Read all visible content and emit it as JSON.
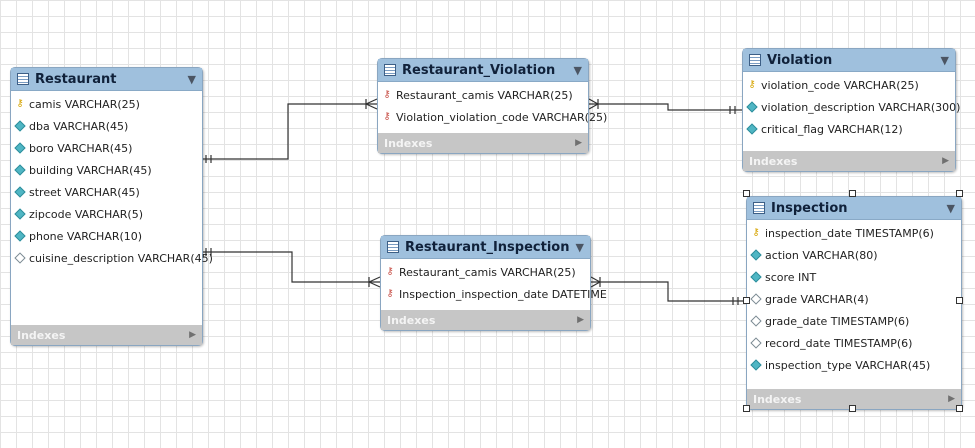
{
  "tables": {
    "restaurant": {
      "title": "Restaurant",
      "columns": [
        {
          "text": "camis VARCHAR(25)",
          "icon": "pk"
        },
        {
          "text": "dba VARCHAR(45)",
          "icon": "filled"
        },
        {
          "text": "boro VARCHAR(45)",
          "icon": "filled"
        },
        {
          "text": "building VARCHAR(45)",
          "icon": "filled"
        },
        {
          "text": "street VARCHAR(45)",
          "icon": "filled"
        },
        {
          "text": "zipcode VARCHAR(5)",
          "icon": "filled"
        },
        {
          "text": "phone VARCHAR(10)",
          "icon": "filled"
        },
        {
          "text": "cuisine_description VARCHAR(45)",
          "icon": "hollow"
        }
      ],
      "indexes": "Indexes"
    },
    "restaurant_violation": {
      "title": "Restaurant_Violation",
      "columns": [
        {
          "text": "Restaurant_camis VARCHAR(25)",
          "icon": "fk"
        },
        {
          "text": "Violation_violation_code VARCHAR(25)",
          "icon": "fk"
        }
      ],
      "indexes": "Indexes"
    },
    "violation": {
      "title": "Violation",
      "columns": [
        {
          "text": "violation_code VARCHAR(25)",
          "icon": "pk"
        },
        {
          "text": "violation_description VARCHAR(300)",
          "icon": "filled"
        },
        {
          "text": "critical_flag VARCHAR(12)",
          "icon": "filled"
        }
      ],
      "indexes": "Indexes"
    },
    "restaurant_inspection": {
      "title": "Restaurant_Inspection",
      "columns": [
        {
          "text": "Restaurant_camis VARCHAR(25)",
          "icon": "fk"
        },
        {
          "text": "Inspection_inspection_date DATETIME",
          "icon": "fk"
        }
      ],
      "indexes": "Indexes"
    },
    "inspection": {
      "title": "Inspection",
      "columns": [
        {
          "text": "inspection_date TIMESTAMP(6)",
          "icon": "pk"
        },
        {
          "text": "action VARCHAR(80)",
          "icon": "filled"
        },
        {
          "text": "score INT",
          "icon": "filled"
        },
        {
          "text": "grade VARCHAR(4)",
          "icon": "hollow"
        },
        {
          "text": "grade_date TIMESTAMP(6)",
          "icon": "hollow"
        },
        {
          "text": "record_date TIMESTAMP(6)",
          "icon": "hollow"
        },
        {
          "text": "inspection_type VARCHAR(45)",
          "icon": "filled"
        }
      ],
      "indexes": "Indexes"
    }
  },
  "colors": {
    "header": "#9fc0dd",
    "pk_key": "#d6a400",
    "fk_key": "#c9534a",
    "column_diamond": "#4fb6c4",
    "connector": "#333333"
  }
}
